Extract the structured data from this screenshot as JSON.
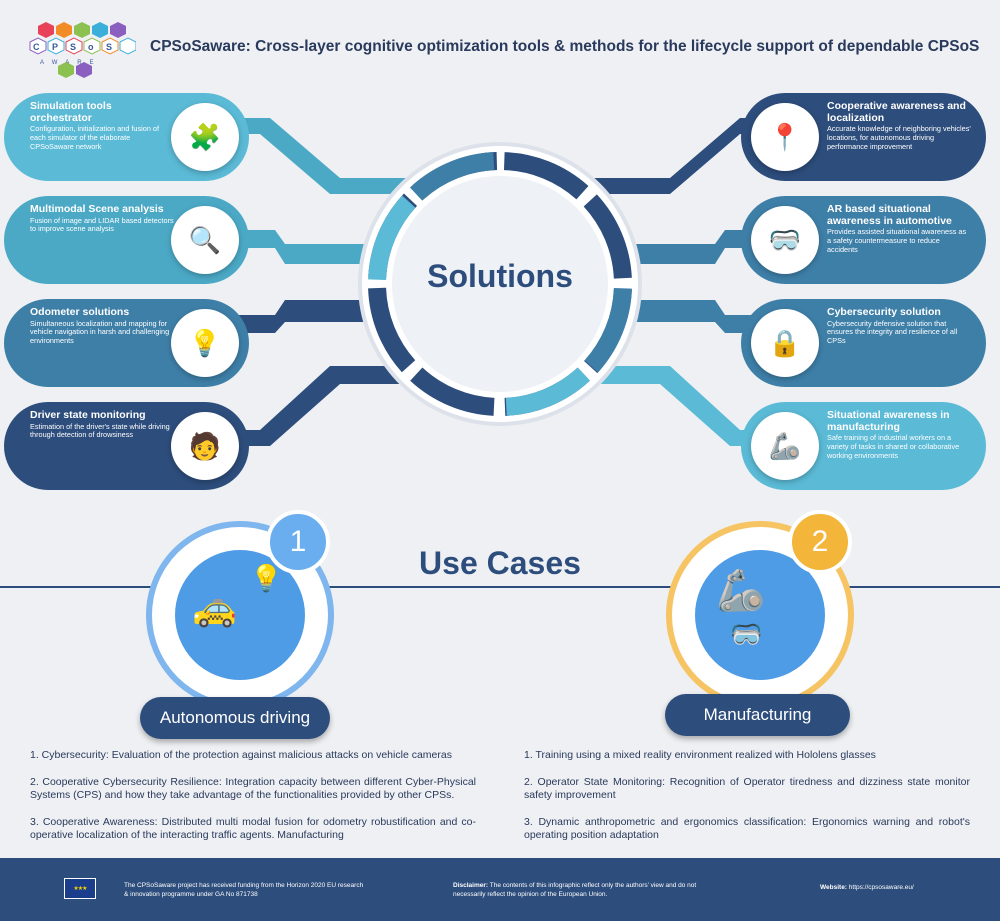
{
  "header": {
    "logo_text": "CPSoS AWARE",
    "title": "CPSoSaware: Cross-layer cognitive optimization tools & methods for the lifecycle support of dependable CPSoS"
  },
  "solutions": {
    "label": "Solutions",
    "left": [
      {
        "title": "Simulation tools orchestrator",
        "desc": "Configuration, initialization and fusion of each simulator of the elaborate CPSoSaware network",
        "icon": "orchestrator-icon"
      },
      {
        "title": "Multimodal Scene analysis",
        "desc": "Fusion of image and LIDAR based detectors to improve scene analysis",
        "icon": "scene-analysis-icon"
      },
      {
        "title": "Odometer solutions",
        "desc": "Simultaneous localization and mapping for vehicle navigation in harsh and challenging environments",
        "icon": "lightbulb-hand-icon"
      },
      {
        "title": "Driver state monitoring",
        "desc": "Estimation of the driver's state while driving through detection of drowsiness",
        "icon": "driver-monitor-icon"
      }
    ],
    "right": [
      {
        "title": "Cooperative awareness and localization",
        "desc": "Accurate knowledge of neighboring vehicles' locations, for autonomous driving performance improvement",
        "icon": "location-pin-icon"
      },
      {
        "title": "AR based situational awareness in automotive",
        "desc": "Provides assisted situational awareness as a safety countermeasure to reduce accidents",
        "icon": "vr-headset-icon"
      },
      {
        "title": "Cybersecurity solution",
        "desc": "Cybersecurity defensive solution that ensures the integrity and resilience of all CPSs",
        "icon": "cybersecurity-icon"
      },
      {
        "title": "Situational awareness in manufacturing",
        "desc": "Safe training of industrial workers on a variety of tasks in shared or collaborative working environments",
        "icon": "robot-arm-icon"
      }
    ]
  },
  "use_cases": {
    "title": "Use Cases",
    "cases": [
      {
        "number": "1",
        "label": "Autonomous driving"
      },
      {
        "number": "2",
        "label": "Manufacturing"
      }
    ],
    "autonomous_list": [
      "1.  Cybersecurity: Evaluation of the protection against malicious attacks on vehicle cameras",
      "2. Cooperative Cybersecurity Resilience: Integration capacity between different Cyber-Physical Systems (CPS) and how they take advantage of the functionalities provided by other CPSs.",
      "3.  Cooperative Awareness: Distributed multi modal fusion for odometry robustification and co-operative localization of the interacting traffic agents. Manufacturing"
    ],
    "manufacturing_list": [
      "1.  Training using a mixed reality environment realized with Hololens glasses",
      "2.  Operator State Monitoring: Recognition of Operator tiredness and dizziness state monitor safety improvement",
      "3. Dynamic anthropometric and ergonomics classification: Ergonomics warning and robot's operating position adaptation"
    ]
  },
  "footer": {
    "funding": "The CPSoSaware project has received funding from the Horizon 2020 EU research & innovation programme under GA No 871738",
    "disclaimer_label": "Disclaimer:",
    "disclaimer": " The contents of this infographic reflect only the authors' view and do not necessarily reflect the opinion of the European Union.",
    "website_label": "Website:",
    "website": " https://cpsosaware.eu/"
  },
  "colors": {
    "dark": "#2d4d7c",
    "mid": "#3e7fa8",
    "light": "#5bbad6",
    "gold": "#f3b53a",
    "blue": "#4e9be6"
  }
}
